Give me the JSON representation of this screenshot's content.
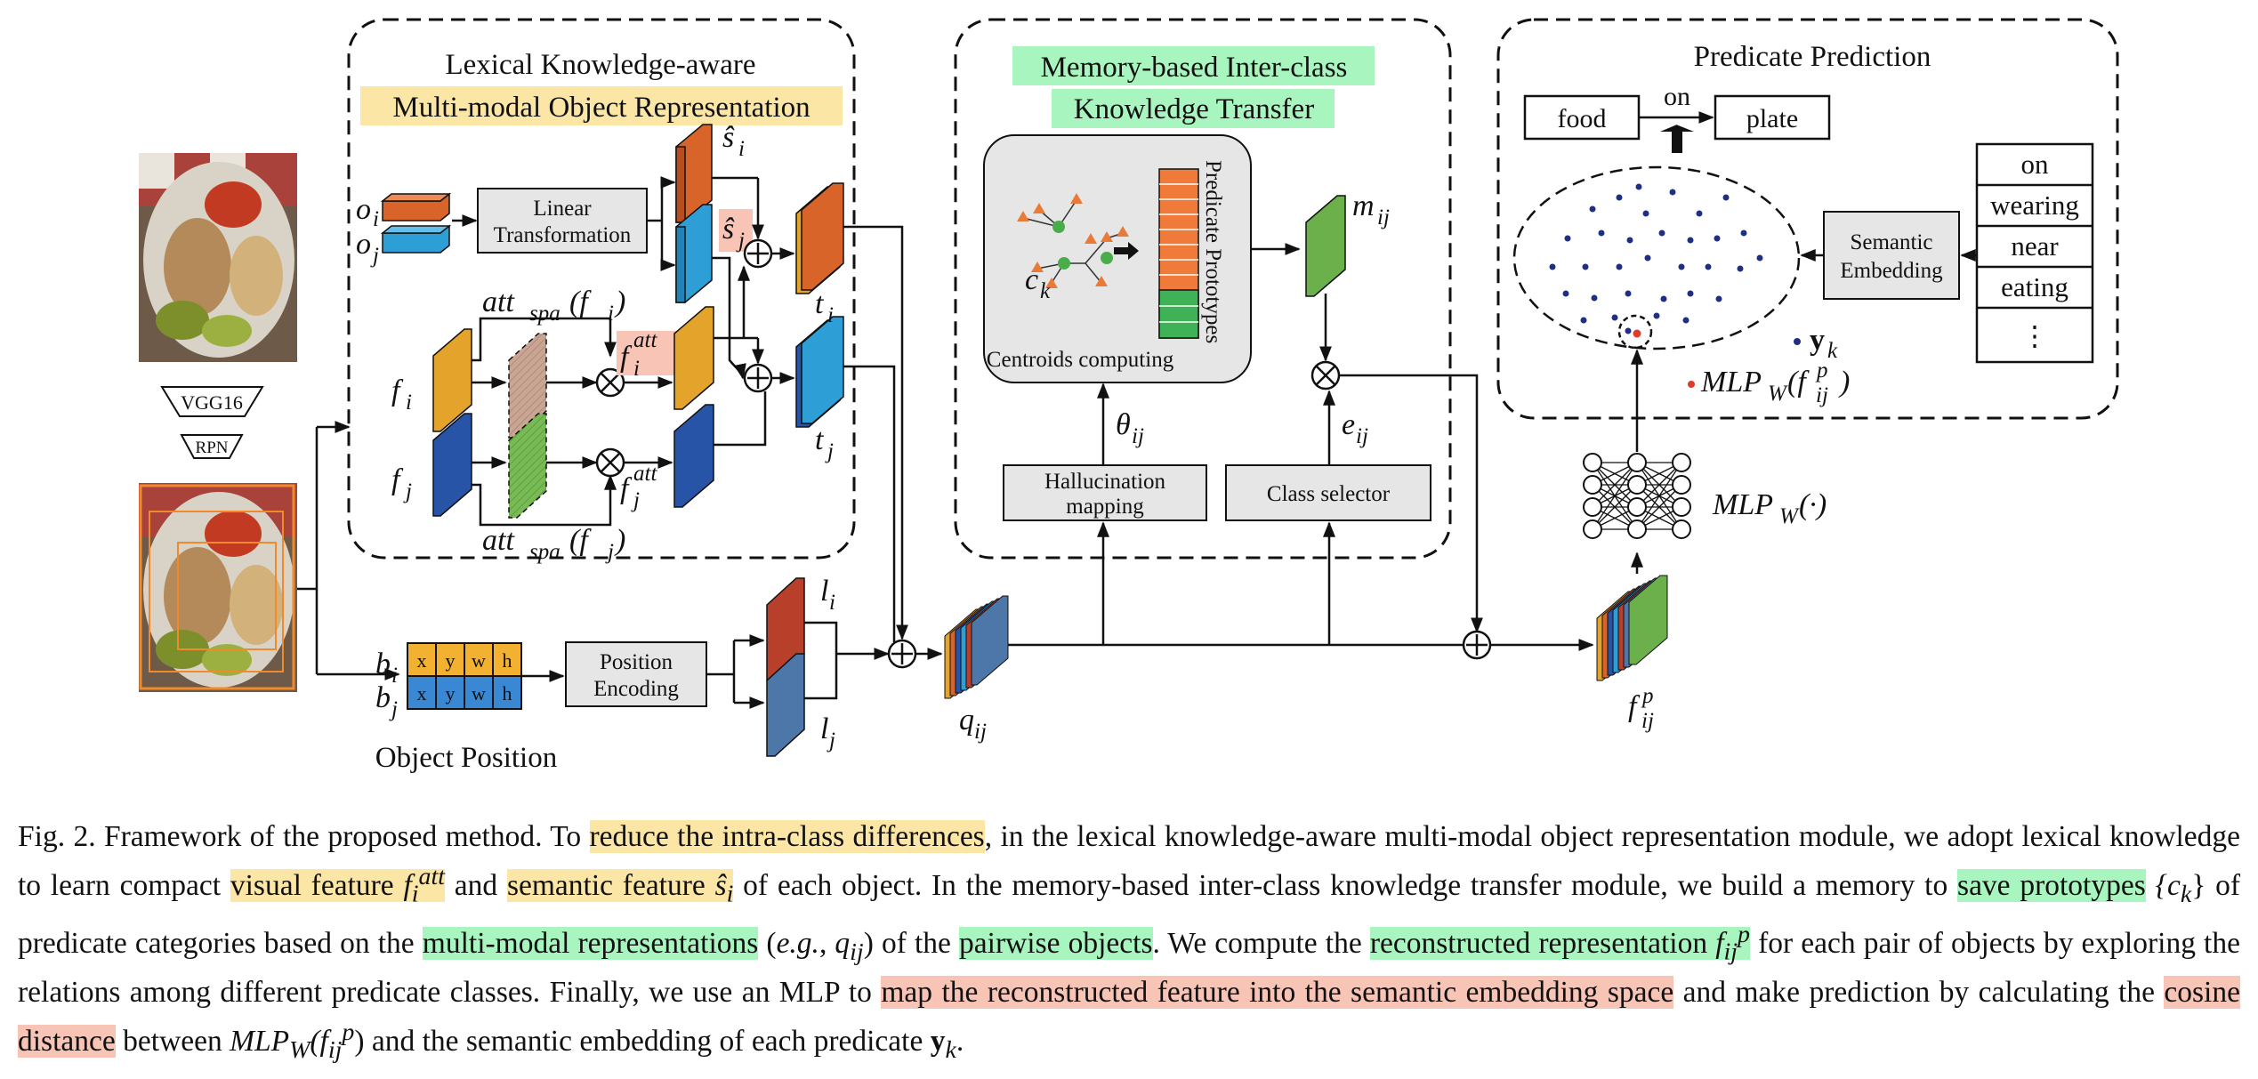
{
  "modules": {
    "lexical": {
      "title": "Lexical Knowledge-aware",
      "subtitle": "Multi-modal Object Representation"
    },
    "memory": {
      "title_line1": "Memory-based Inter-class",
      "title_line2": "Knowledge Transfer"
    },
    "prediction": {
      "title": "Predicate Prediction"
    }
  },
  "backbone": {
    "vgg": "VGG16",
    "rpn": "RPN"
  },
  "boxes": {
    "linear_line1": "Linear",
    "linear_line2": "Transformation",
    "position_line1": "Position",
    "position_line2": "Encoding",
    "halluc_line1": "Hallucination",
    "halluc_line2": "mapping",
    "class_selector": "Class selector",
    "semantic_line1": "Semantic",
    "semantic_line2": "Embedding",
    "centroids": "Centroids computing",
    "prototypes": "Predicate Prototypes"
  },
  "object_position": {
    "label": "Object Position",
    "fields": [
      "x",
      "y",
      "w",
      "h"
    ]
  },
  "symbols": {
    "o_i": "o",
    "o_i_sub": "i",
    "o_j": "o",
    "o_j_sub": "j",
    "s_i": "ŝ",
    "s_i_sub": "i",
    "s_j": "ŝ",
    "s_j_sub": "j",
    "t_i": "t",
    "t_i_sub": "i",
    "t_j": "t",
    "t_j_sub": "j",
    "f_i": "f",
    "f_i_sub": "i",
    "f_j": "f",
    "f_j_sub": "j",
    "att_i": "att",
    "att_i_sub": "spa",
    "att_i_arg": "(f",
    "att_i_arg_sub": "i",
    "att_i_close": ")",
    "att_j": "att",
    "att_j_sub": "spa",
    "att_j_arg": "(f",
    "att_j_arg_sub": "j",
    "att_j_close": ")",
    "fatt_i": "f",
    "fatt_i_sub": "i",
    "fatt_i_sup": "att",
    "fatt_j": "f",
    "fatt_j_sub": "j",
    "fatt_j_sup": "att",
    "b_i": "b",
    "b_i_sub": "i",
    "b_j": "b",
    "b_j_sub": "j",
    "l_i": "l",
    "l_i_sub": "i",
    "l_j": "l",
    "l_j_sub": "j",
    "q_ij": "q",
    "q_ij_sub": "ij",
    "c_k": "c",
    "c_k_sub": "k",
    "m_ij": "m",
    "m_ij_sub": "ij",
    "theta_ij": "θ",
    "theta_ij_sub": "ij",
    "e_ij": "e",
    "e_ij_sub": "ij",
    "fp_ij": "f",
    "fp_ij_sub": "ij",
    "fp_ij_sup": "p",
    "mlp_fn": "MLP",
    "mlp_fn_sub": "W",
    "mlp_fn_arg": "(·)",
    "y_k": "y",
    "y_k_sub": "k",
    "mlp_legend": "MLP",
    "mlp_legend_sub": "W",
    "mlp_legend_arg": "(f",
    "mlp_legend_arg_sub": "ij",
    "mlp_legend_arg_sup": "p",
    "mlp_legend_close": ")"
  },
  "prediction": {
    "subject": "food",
    "relation": "on",
    "object": "plate",
    "predicates": [
      "on",
      "wearing",
      "near",
      "eating",
      "⋮"
    ]
  },
  "colors": {
    "orange": "#d9642a",
    "blue": "#2e9fd6",
    "gold": "#e4a32a",
    "navy": "#2754a6",
    "green": "#6bb04a",
    "darkred": "#b8402a",
    "steel": "#4d77a8",
    "box_fill": "#e6e6e6",
    "hl_yellow": "#fbe6a6",
    "hl_green": "#a9f5c0",
    "hl_red": "#f8c4b6"
  },
  "caption": {
    "p01": "Fig. 2.  Framework of the proposed method. To ",
    "h01": "reduce the intra-class differences",
    "p02": ", in the lexical knowledge-aware multi-modal object representation module, we adopt lexical knowledge to learn compact ",
    "h02": "visual feature ",
    "m02": "f",
    "m02_sub": "i",
    "m02_sup": "att",
    "p03": " and ",
    "h03": "semantic feature ",
    "m03": "ŝ",
    "m03_sub": "i",
    "p04": " of each object. In the memory-based inter-class knowledge transfer module, we build a memory to ",
    "h04": "save prototypes",
    "m04": "{c",
    "m04_sub": "k",
    "m04_close": "}",
    "p05": " of predicate categories based on the ",
    "h05": "multi-modal representations",
    "p06a": " (",
    "p06b": "e.g.",
    "p06c": ", ",
    "m06": "q",
    "m06_sub": "ij",
    "p06d": ") of the ",
    "h06": "pairwise objects",
    "p07": ". We compute the ",
    "h07": "reconstructed representation ",
    "m07": "f",
    "m07_sub": "ij",
    "m07_sup": "p",
    "p08": " for each pair of objects by exploring the relations among different predicate classes. Finally, we use an MLP to ",
    "h08": "map the reconstructed feature into the semantic embedding space",
    "p09": " and make prediction by calculating the ",
    "h09": "cosine distance",
    "p10": " between ",
    "m10": "MLP",
    "m10_sub": "W",
    "m10_arg": "(f",
    "m10_arg_sub": "ij",
    "m10_arg_sup": "p",
    "m10_close": ")",
    "p11": " and the semantic embedding of each predicate ",
    "m11": "y",
    "m11_sub": "k",
    "p12": "."
  }
}
